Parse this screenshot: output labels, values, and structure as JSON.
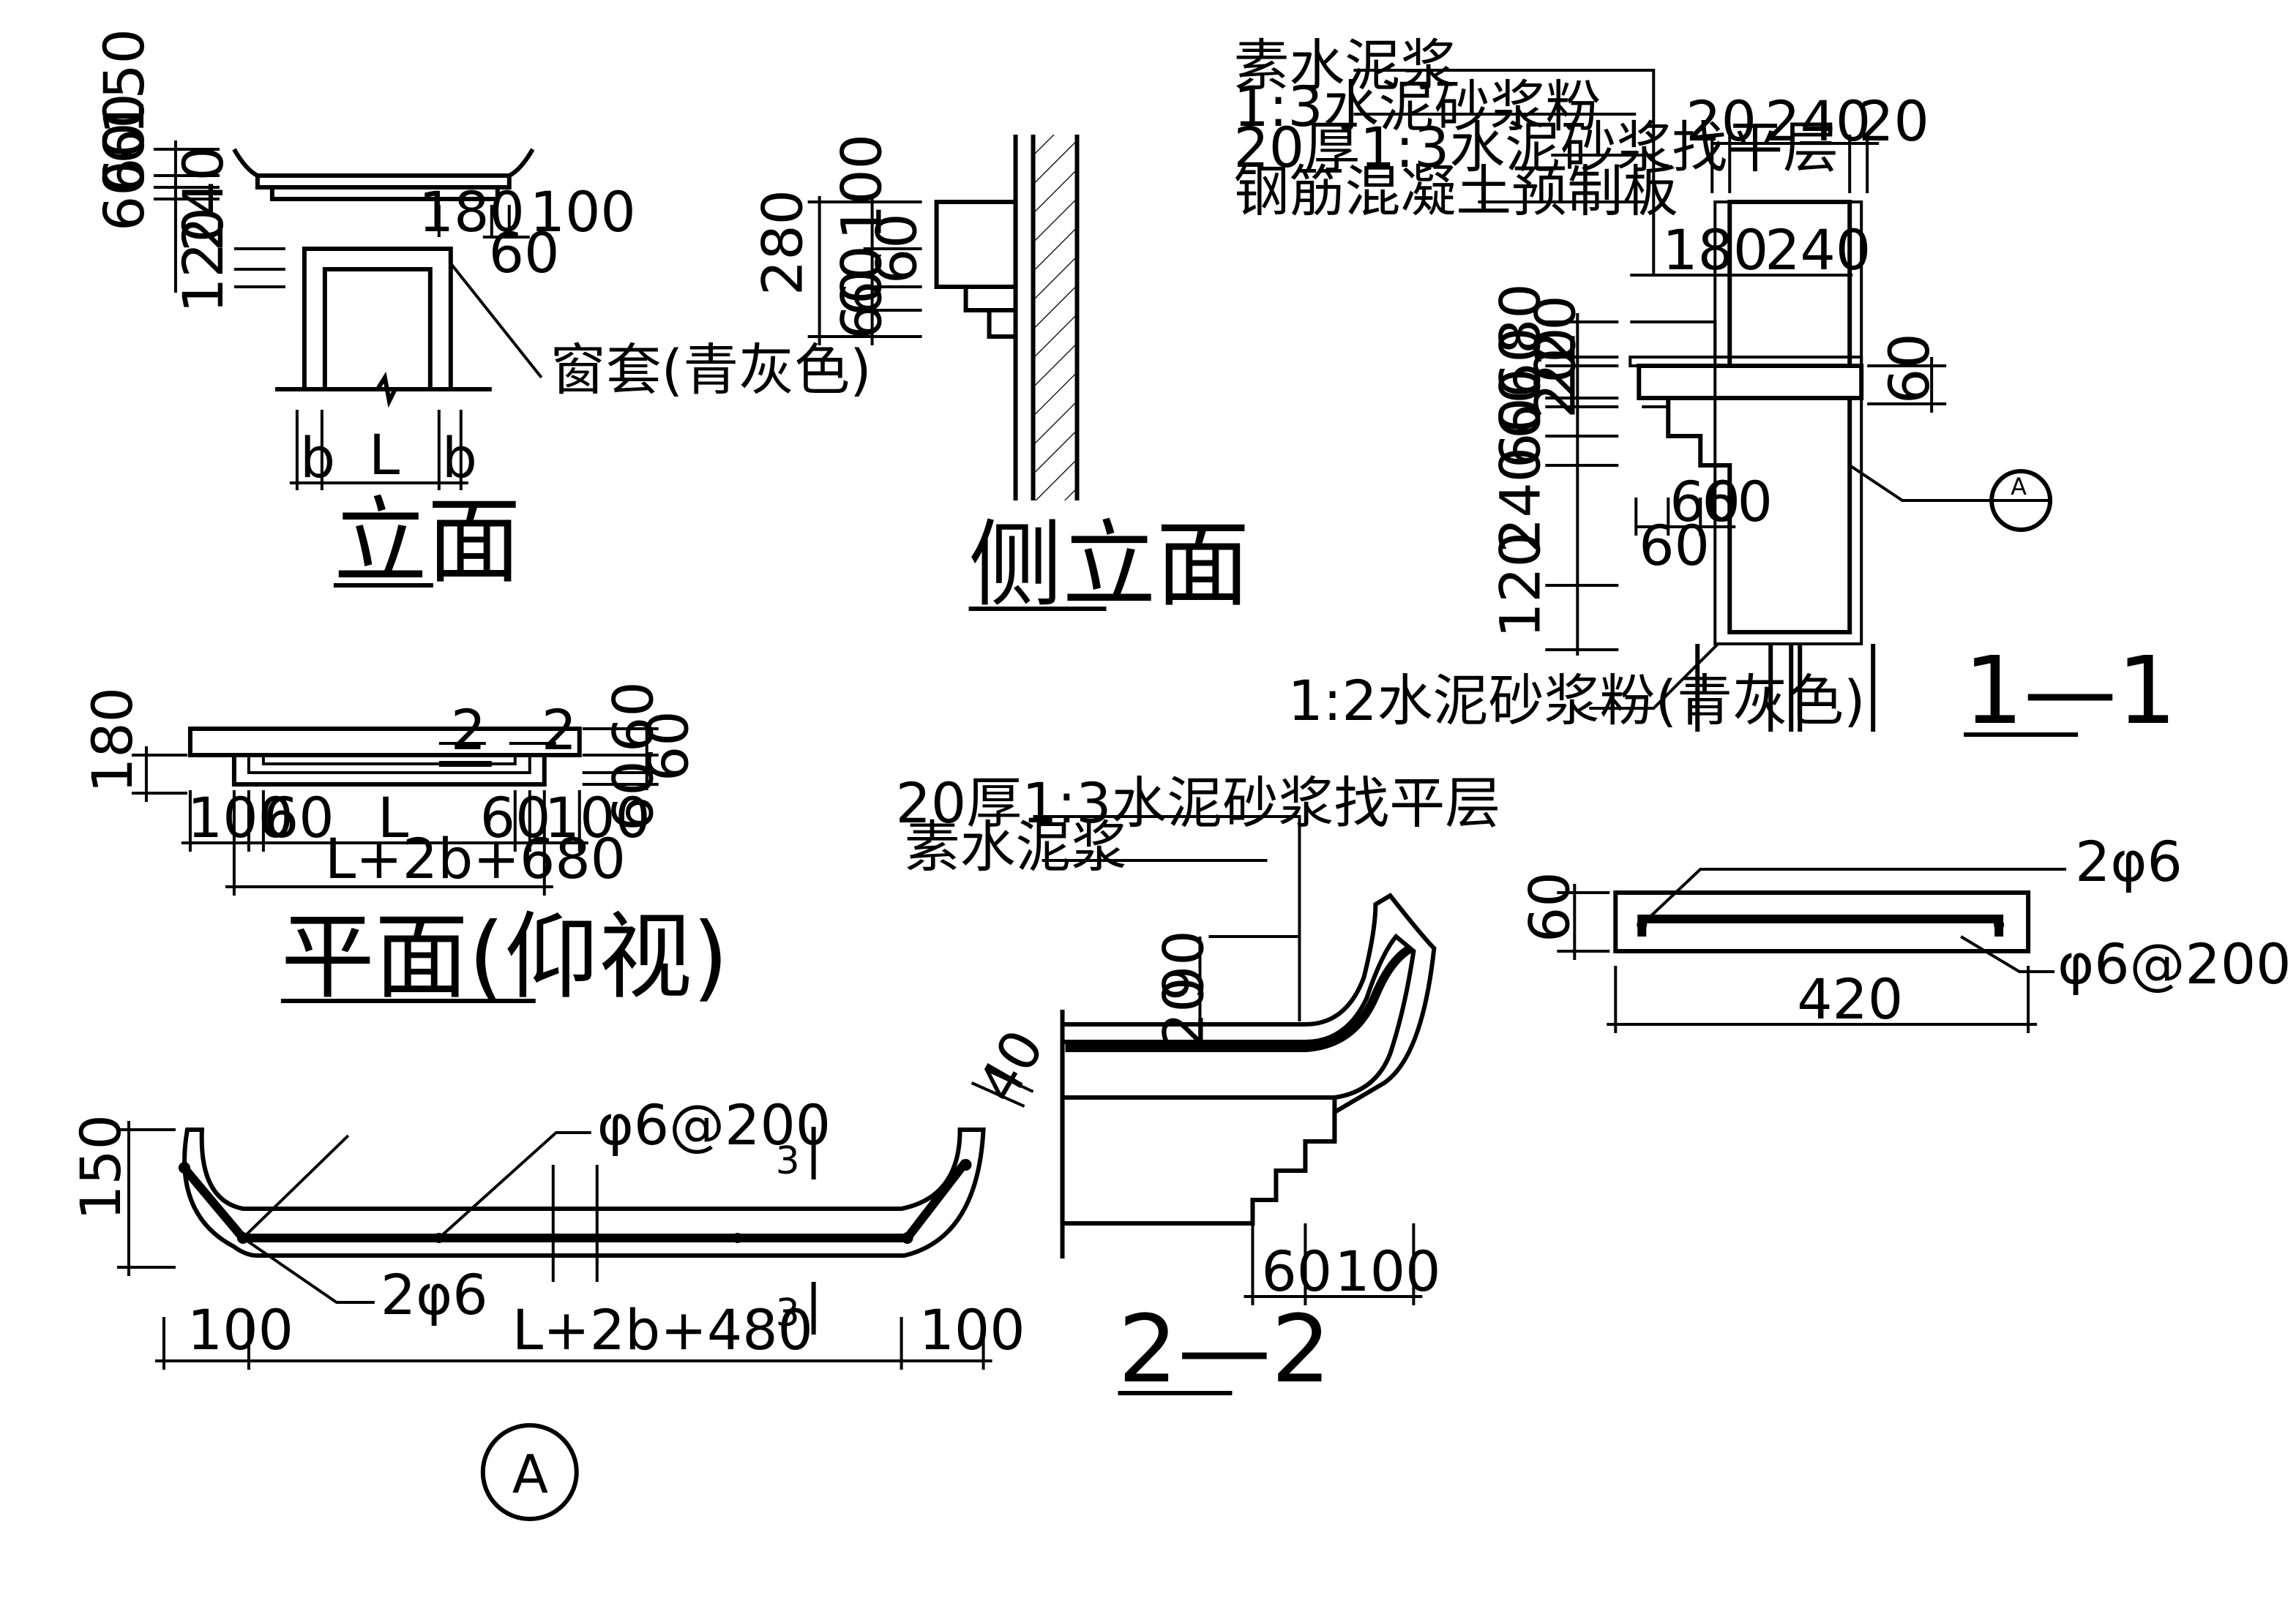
{
  "elevation": {
    "title": "立面",
    "dims_v": [
      "150",
      "60",
      "60",
      "60",
      "240",
      "120"
    ],
    "dims_h_top": [
      "180",
      "100",
      "60"
    ],
    "dims_h_bottom": [
      "b",
      "L",
      "b"
    ],
    "note": "窗套(青灰色)"
  },
  "side_elevation": {
    "title": "侧立面",
    "dims": [
      "280",
      "100",
      "60",
      "60",
      "60"
    ]
  },
  "section_1_1": {
    "title": "1—1",
    "notes": [
      "素水泥浆",
      "1:3水泥砂浆粉",
      "20厚1:3水泥砂浆找平层",
      "钢筋混凝土预制板"
    ],
    "bottom_note": "1:2水泥砂浆粉(青灰色)",
    "dims_top": [
      "20",
      "240",
      "20"
    ],
    "dims_inner": [
      "180",
      "240"
    ],
    "dims_v": [
      "80",
      "60",
      "20",
      "20",
      "20",
      "60",
      "60",
      "240",
      "120"
    ],
    "dims_right": [
      "60"
    ],
    "dims_step": [
      "60",
      "60",
      "60"
    ],
    "callout": "A"
  },
  "plan": {
    "title": "平面(仰视)",
    "section_marks": [
      "2",
      "2"
    ],
    "dims_left": [
      "180"
    ],
    "dims_right": [
      "60",
      "60",
      "60"
    ],
    "dims_row": [
      "100",
      "60",
      "L",
      "60",
      "100"
    ],
    "dims_total": "L+2b+680"
  },
  "section_2_2": {
    "title": "2—2",
    "notes": [
      "20厚1:3水泥砂浆找平层",
      "素水泥浆"
    ],
    "dims_v": [
      "20",
      "90"
    ],
    "dims_edge": "40",
    "dims_h": [
      "60",
      "100"
    ]
  },
  "detail_a": {
    "callout": "A",
    "rebar_label": "φ6@200",
    "bar_label": "2φ6",
    "section_marks": [
      "3",
      "3"
    ],
    "dims_v": "150",
    "dims_h": [
      "100",
      "L+2b+480",
      "100"
    ]
  },
  "section_3_3": {
    "bar_label": "2φ6",
    "rebar_label": "φ6@200",
    "dims_v": "60",
    "dims_h": "420"
  }
}
